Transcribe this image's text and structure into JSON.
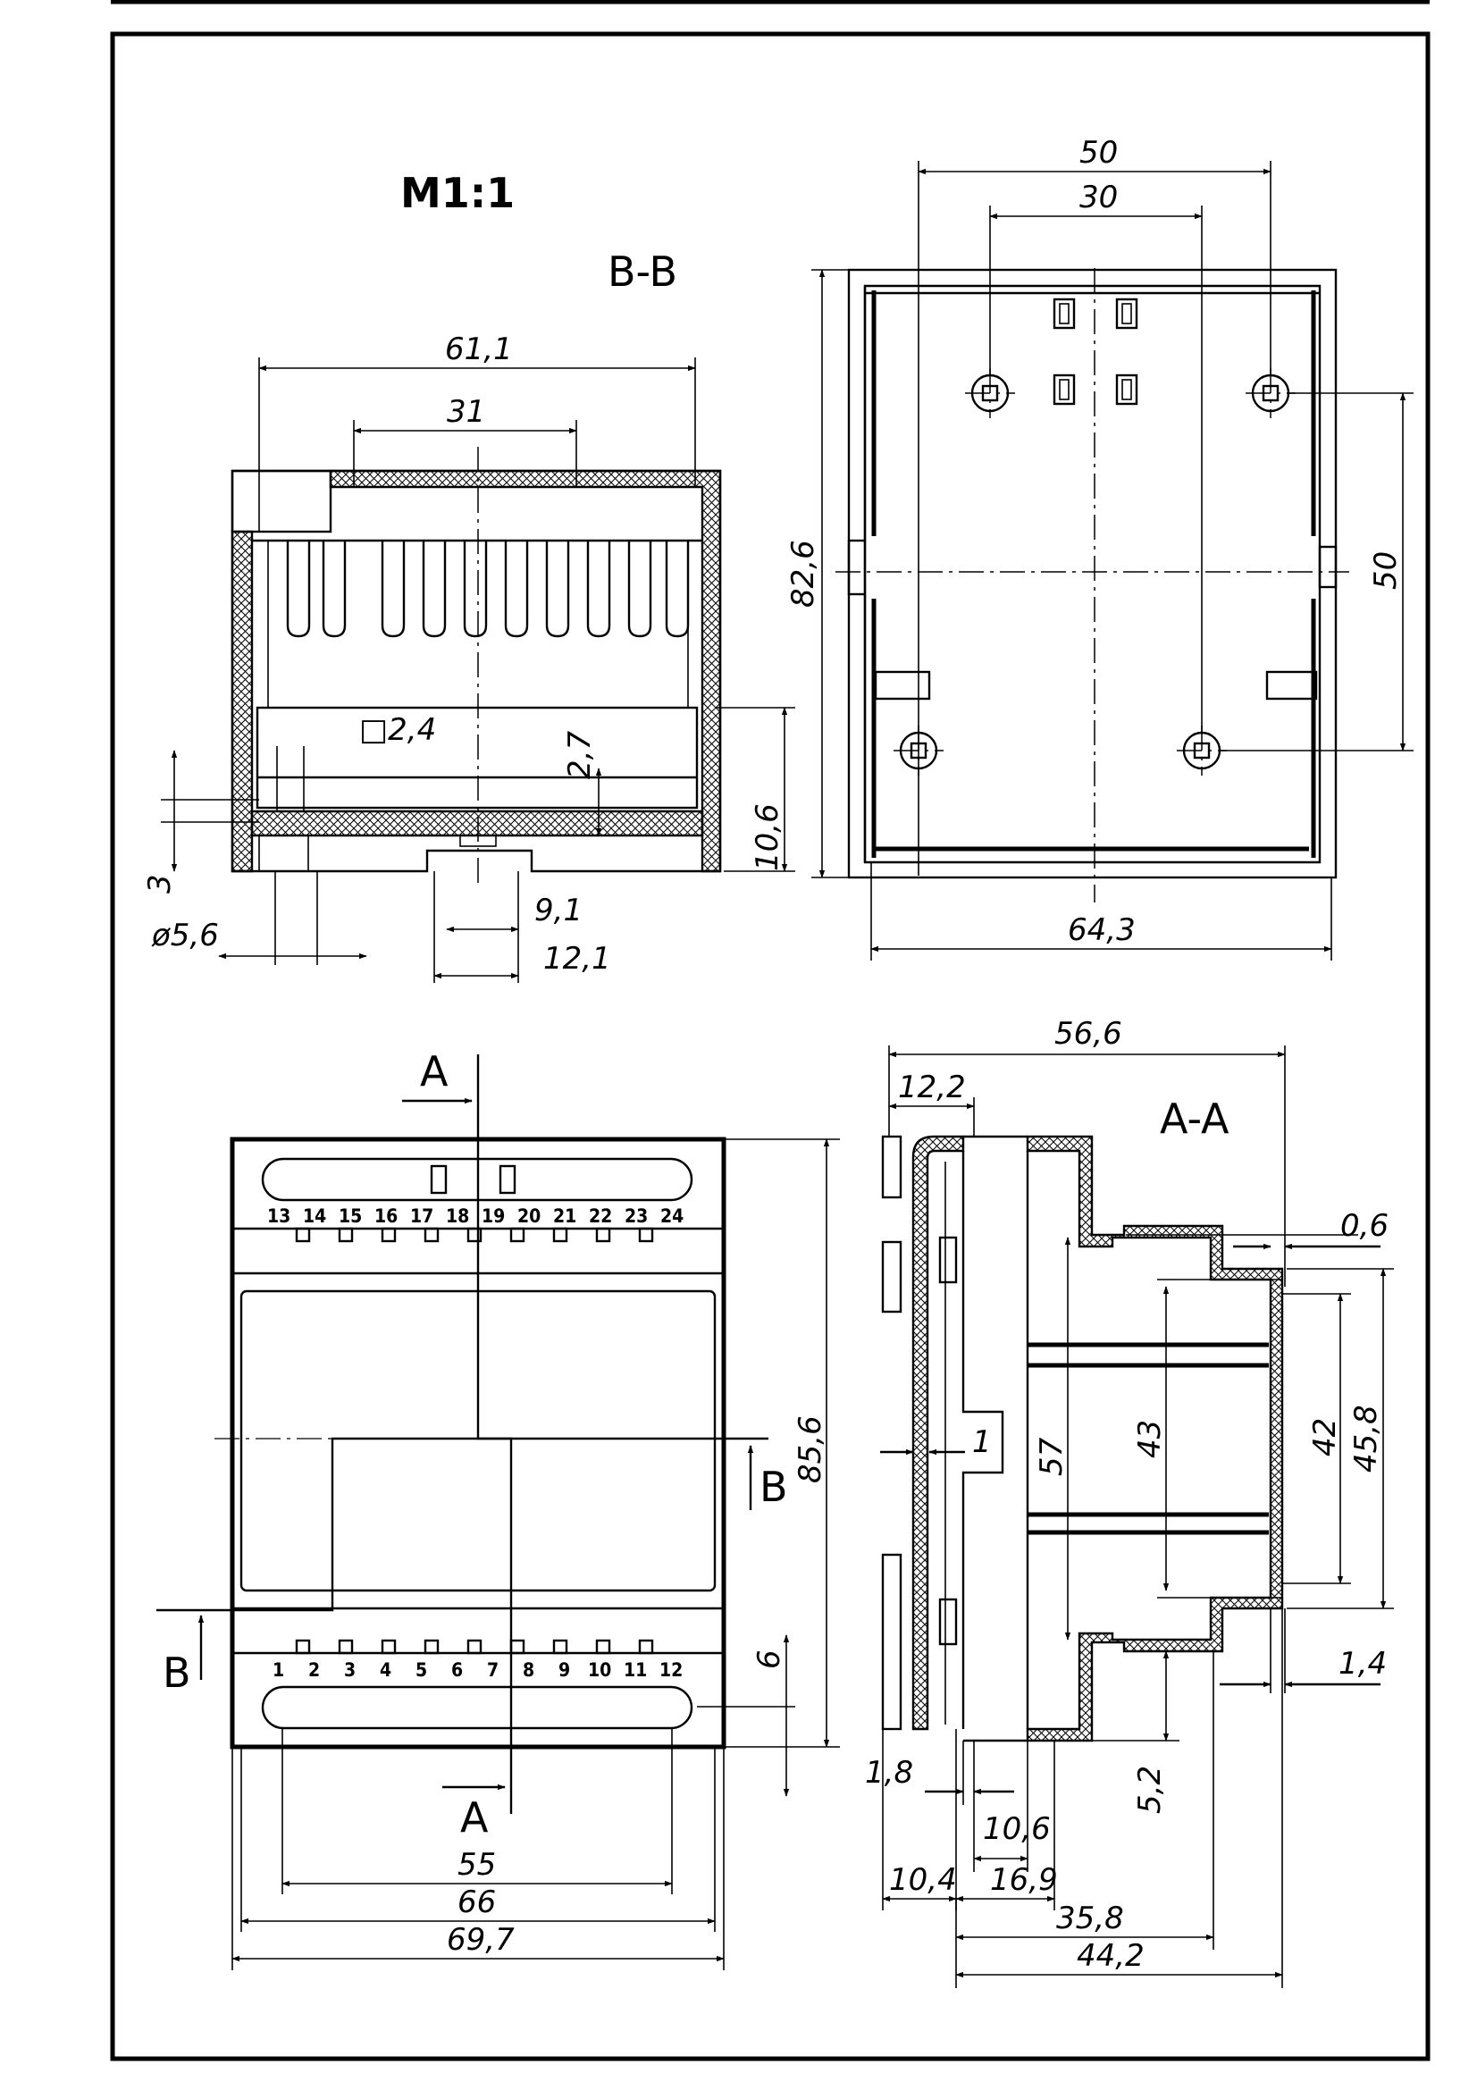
{
  "scale": "M1:1",
  "views": {
    "bb": {
      "title": "B-B",
      "dims": {
        "w611": "61,1",
        "w31": "31",
        "sq": "□2,4",
        "h27": "2,7",
        "h106": "10,6",
        "h3": "3",
        "dia": "ø5,6",
        "w91": "9,1",
        "w121": "12,1"
      }
    },
    "top": {
      "dims": {
        "w50": "50",
        "w30": "30",
        "h826": "82,6",
        "h50": "50",
        "w643": "64,3"
      }
    },
    "front": {
      "markers": {
        "a_top": "A",
        "a_bottom": "A",
        "b_left": "B",
        "b_right": "B"
      },
      "top_pins": [
        "13",
        "14",
        "15",
        "16",
        "17",
        "18",
        "19",
        "20",
        "21",
        "22",
        "23",
        "24"
      ],
      "bottom_pins": [
        "1",
        "2",
        "3",
        "4",
        "5",
        "6",
        "7",
        "8",
        "9",
        "10",
        "11",
        "12"
      ],
      "dims": {
        "h856": "85,6",
        "h6": "6",
        "w55": "55",
        "w66": "66",
        "w697": "69,7"
      }
    },
    "aa": {
      "title": "A-A",
      "dims": {
        "w566": "56,6",
        "w122": "12,2",
        "t06": "0,6",
        "t1": "1",
        "h57": "57",
        "h43": "43",
        "h42": "42",
        "h458": "45,8",
        "t14": "1,4",
        "t18": "1,8",
        "h52": "5,2",
        "w106": "10,6",
        "w104": "10,4",
        "w169": "16,9",
        "w358": "35,8",
        "w442": "44,2"
      }
    }
  }
}
